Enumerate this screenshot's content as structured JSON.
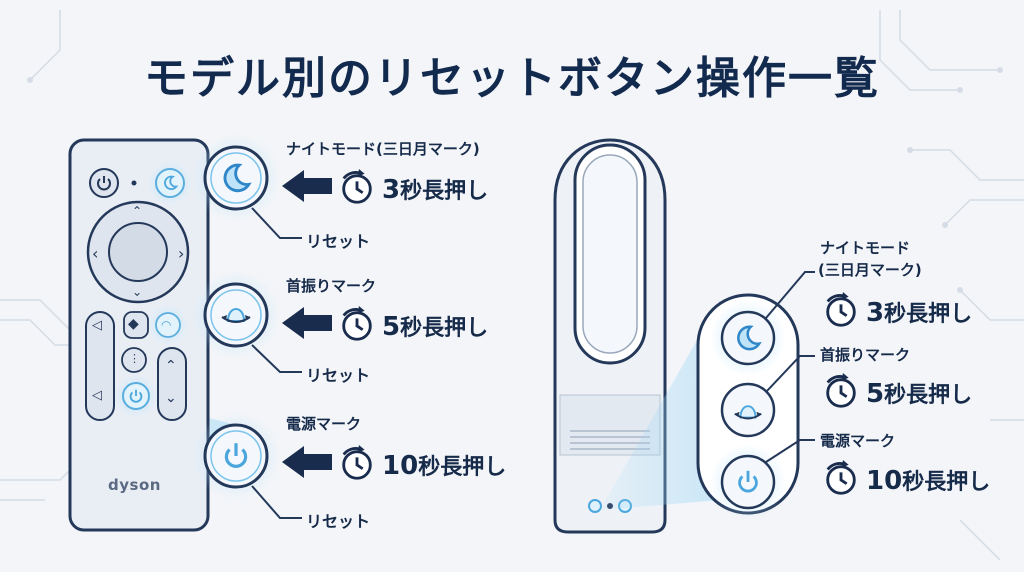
{
  "title": "モデル別のリセットボタン操作一覧",
  "brand": "dyson",
  "remote": {
    "items": [
      {
        "label": "ナイトモード(三日月マーク)",
        "icon": "moon-icon",
        "seconds": "3",
        "suffix": "秒長押し",
        "reset": "リセット"
      },
      {
        "label": "首振りマーク",
        "icon": "oscillation-icon",
        "seconds": "5",
        "suffix": "秒長押し",
        "reset": "リセット"
      },
      {
        "label": "電源マーク",
        "icon": "power-icon",
        "seconds": "10",
        "suffix": "秒長押し",
        "reset": "リセット"
      }
    ]
  },
  "fan": {
    "items": [
      {
        "label_line1": "ナイトモード",
        "label_line2": "(三日月マーク)",
        "icon": "moon-icon",
        "seconds": "3",
        "suffix": "秒長押し"
      },
      {
        "label": "首振りマーク",
        "icon": "oscillation-icon",
        "seconds": "5",
        "suffix": "秒長押し"
      },
      {
        "label": "電源マーク",
        "icon": "power-icon",
        "seconds": "10",
        "suffix": "秒長押し"
      }
    ]
  },
  "colors": {
    "accent": "#3aa3e0",
    "navy": "#132a4f",
    "glow": "#a9dcf6"
  }
}
